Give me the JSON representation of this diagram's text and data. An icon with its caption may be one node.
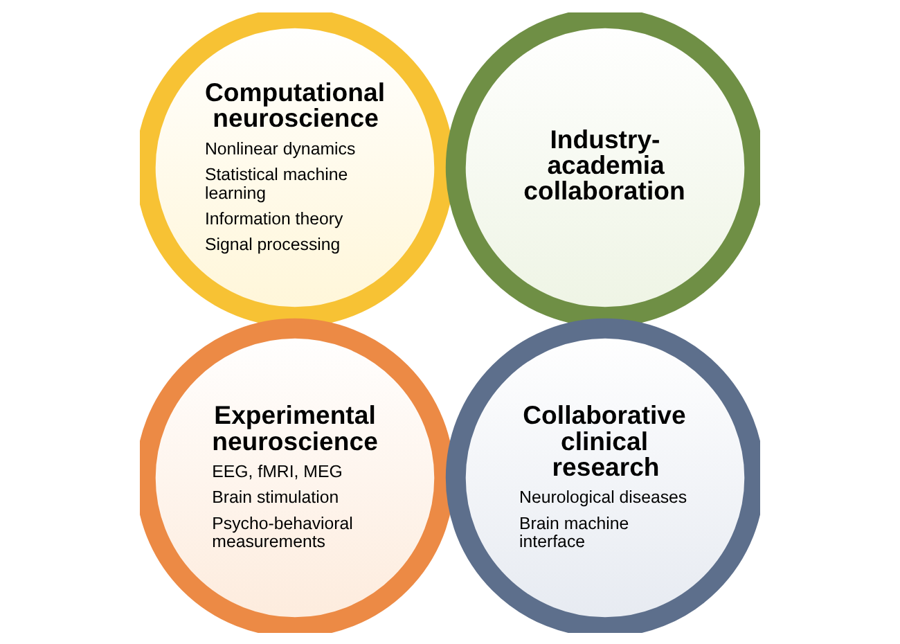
{
  "diagram": {
    "nodes": [
      {
        "text": [
          "Computational neuroscience",
          "Nonlinear dynamics",
          "Statistical machine learning",
          "Information theory",
          "Signal processing"
        ]
      },
      {
        "text": [
          "Industry-academia collaboration"
        ]
      },
      {
        "text": [
          "Experimental neuroscience",
          "EEG, fMRI, MEG",
          "Brain stimulation",
          "Psycho-behavioral measurements"
        ]
      },
      {
        "text": [
          "Collaborative clinical research",
          "Neurological diseases",
          "Brain machine interface"
        ]
      }
    ],
    "edges": []
  }
}
